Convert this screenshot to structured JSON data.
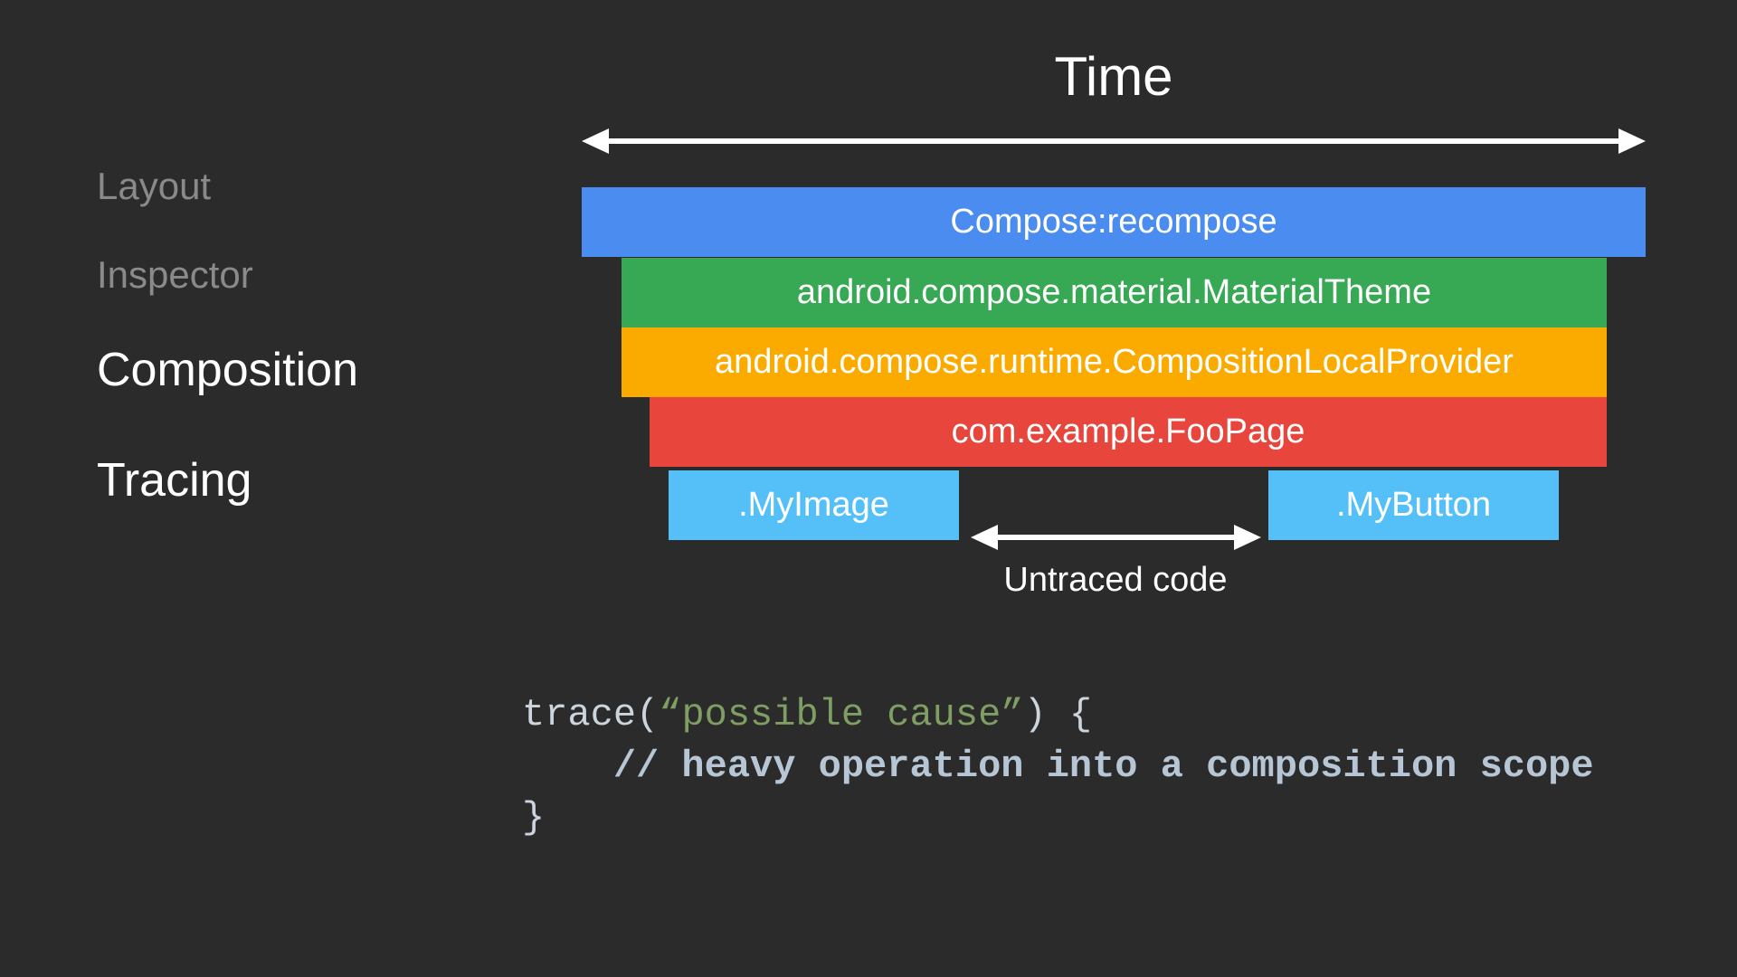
{
  "slide": {
    "background_color": "#2b2b2b",
    "title": "Time",
    "title_color": "#ffffff"
  },
  "left_labels": {
    "layout_inspector": {
      "line1": "Layout",
      "line2": "Inspector",
      "color": "#8a8a8a"
    },
    "composition_tracing": {
      "line1": "Composition",
      "line2": "Tracing",
      "color": "#ffffff"
    }
  },
  "flame_chart": {
    "time_axis_arrow": "double-headed-horizontal-arrow",
    "arrow_color": "#ffffff",
    "bars": [
      {
        "label": "Compose:recompose",
        "color": "#4a8cf0"
      },
      {
        "label": "android.compose.material.MaterialTheme",
        "color": "#37a853"
      },
      {
        "label": "android.compose.runtime.CompositionLocalProvider",
        "color": "#fbab00"
      },
      {
        "label": "com.example.FooPage",
        "color": "#e8463c"
      },
      {
        "label": ".MyImage",
        "color": "#55c0f7"
      },
      {
        "label": ".MyButton",
        "color": "#55c0f7"
      }
    ],
    "untraced_gap": {
      "arrow": "double-headed-horizontal-arrow",
      "caption": "Untraced code",
      "caption_color": "#ffffff"
    }
  },
  "code_snippet": {
    "line1_pre": "trace(",
    "line1_string": "“possible cause”",
    "line1_post": ") {",
    "line2_comment": "    // heavy operation into a composition scope",
    "line3": "}",
    "colors": {
      "default": "#ccd5dd",
      "string": "#7e9e63",
      "comment": "#b7c6d5"
    }
  }
}
